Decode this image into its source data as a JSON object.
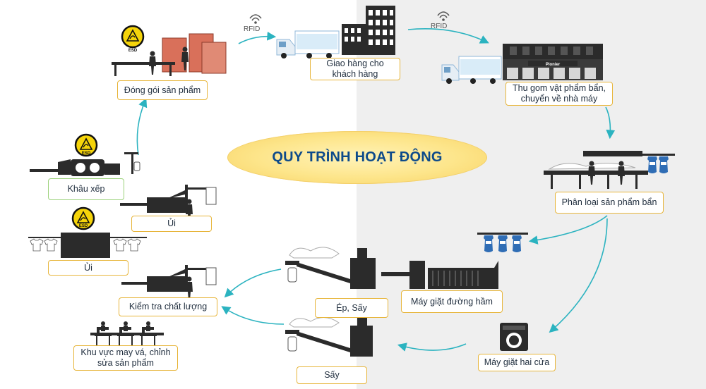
{
  "title": "QUY TRÌNH HOẠT ĐỘNG",
  "rfid_label": "RFID",
  "esd_label": "ESD",
  "factory_sign": "Pionier",
  "steps": {
    "delivery": "Giao hàng cho khách hàng",
    "collect": "Thu gom vật phẩm bẩn, chuyển về nhà máy",
    "sort": "Phân loại sản phẩm bẩn",
    "tunnel_washer": "Máy giặt đường hầm",
    "two_door_washer": "Máy giặt hai cửa",
    "press_dry": "Ép, Sấy",
    "dry": "Sấy",
    "sewing": "Khu vực may vá, chỉnh sửa sản phẩm",
    "quality_check": "Kiểm tra chất lượng",
    "iron_1": "Ủi",
    "iron_2": "Ủi",
    "folding": "Khâu xếp",
    "packing": "Đóng gói sản phẩm"
  },
  "colors": {
    "accent_border": "#e7b53a",
    "arrow": "#2bb3c0",
    "title_text": "#0d4a8a",
    "title_fill": "#fde58a",
    "machine": "#2b2b2b",
    "esd_yellow": "#f5d40a",
    "bag_blue": "#2f6db5",
    "cart_red": "#d9705a"
  },
  "icons": [
    "rfid-icon",
    "esd-icon",
    "truck-icon",
    "building-icon",
    "factory-icon",
    "worker-icon",
    "washer-icon",
    "conveyor-icon",
    "bag-icon",
    "shirt-icon",
    "sewing-machine-icon",
    "ironing-machine-icon",
    "cart-icon"
  ]
}
